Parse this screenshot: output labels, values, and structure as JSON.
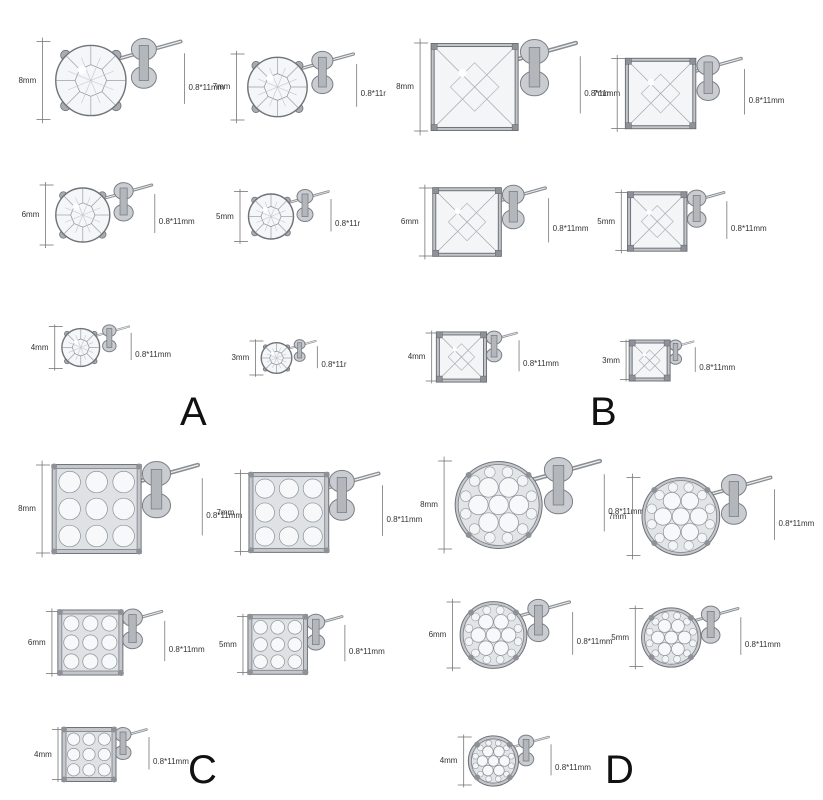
{
  "groups": [
    {
      "letter": "A",
      "shape": "round solitaire",
      "items": [
        {
          "size": "8mm",
          "post": "0.8*11mm"
        },
        {
          "size": "7mm",
          "post": "0.8*11r"
        },
        {
          "size": "6mm",
          "post": "0.8*11mm"
        },
        {
          "size": "5mm",
          "post": "0.8*11r"
        },
        {
          "size": "4mm",
          "post": "0.8*11mm"
        },
        {
          "size": "3mm",
          "post": "0.8*11r"
        }
      ]
    },
    {
      "letter": "B",
      "shape": "princess square solitaire",
      "items": [
        {
          "size": "8mm",
          "post": "0.8*11mm"
        },
        {
          "size": "7mm",
          "post": "0.8*11mm"
        },
        {
          "size": "6mm",
          "post": "0.8*11mm"
        },
        {
          "size": "5mm",
          "post": "0.8*11mm"
        },
        {
          "size": "4mm",
          "post": "0.8*11mm"
        },
        {
          "size": "3mm",
          "post": "0.8*11mm"
        }
      ]
    },
    {
      "letter": "C",
      "shape": "square pave cluster",
      "items": [
        {
          "size": "8mm",
          "post": "0.8*11mm"
        },
        {
          "size": "7mm",
          "post": "0.8*11mm"
        },
        {
          "size": "6mm",
          "post": "0.8*11mm"
        },
        {
          "size": "5mm",
          "post": "0.8*11mm"
        },
        {
          "size": "4mm",
          "post": "0.8*11mm"
        }
      ]
    },
    {
      "letter": "D",
      "shape": "round pave cluster",
      "items": [
        {
          "size": "8mm",
          "post": "0.8*11mm"
        },
        {
          "size": "7mm",
          "post": "0.8*11mm"
        },
        {
          "size": "6mm",
          "post": "0.8*11mm"
        },
        {
          "size": "5mm",
          "post": "0.8*11mm"
        },
        {
          "size": "4mm",
          "post": "0.8*11mm"
        }
      ]
    }
  ]
}
